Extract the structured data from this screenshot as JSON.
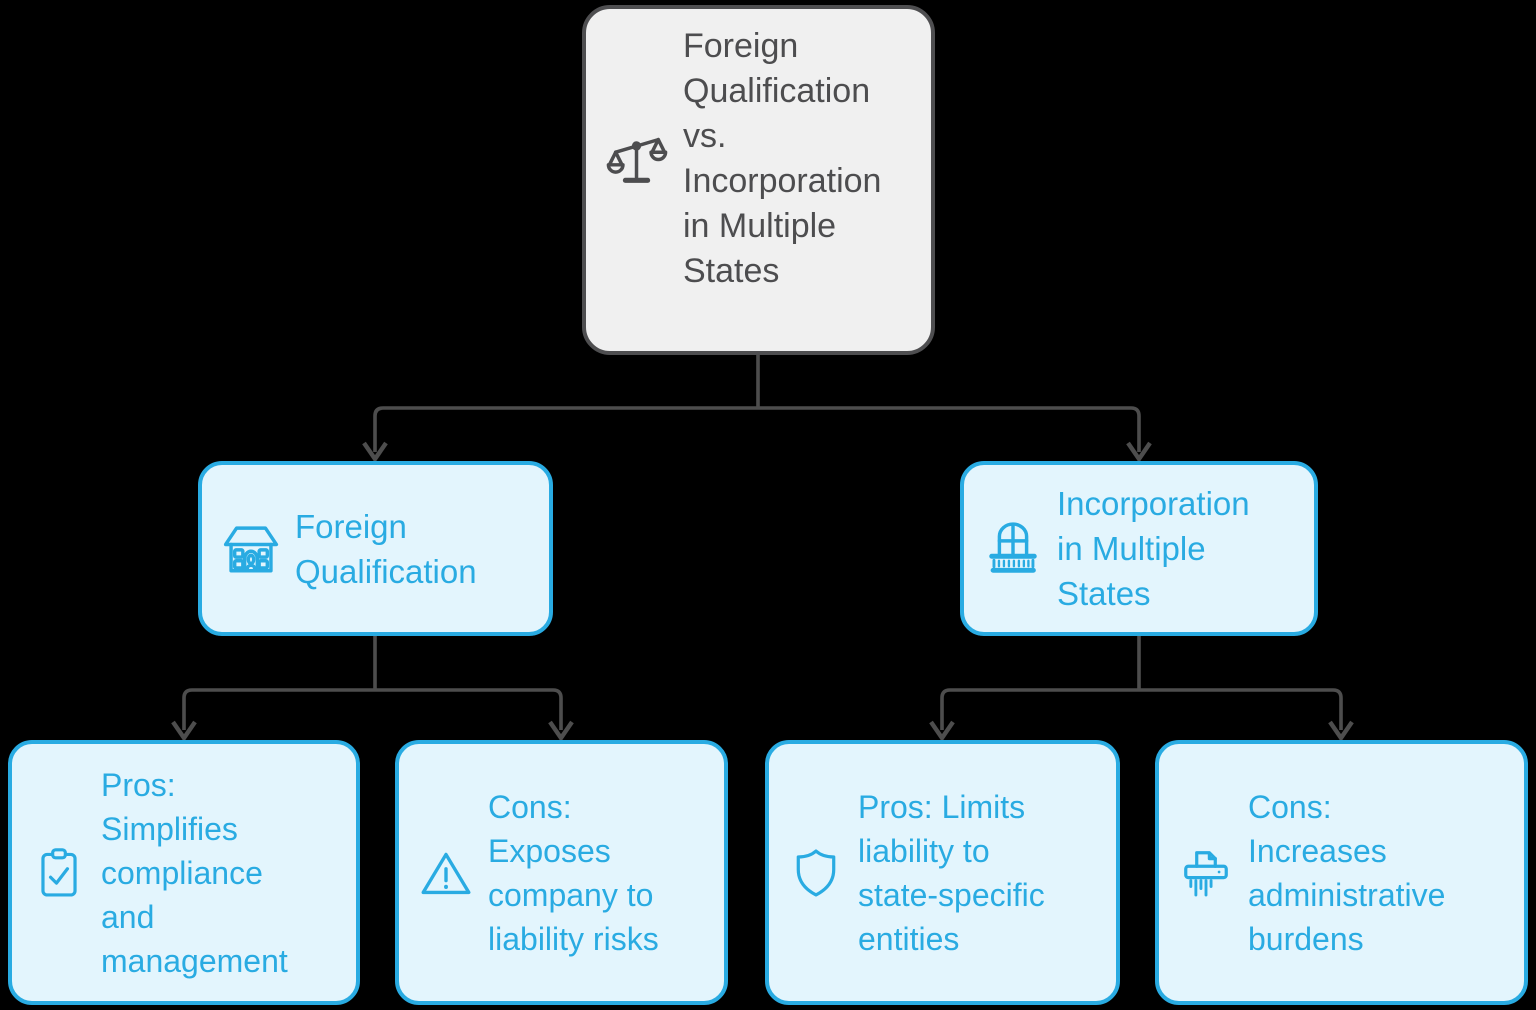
{
  "diagram": {
    "type": "flowchart",
    "direction": "top-down",
    "title": "Foreign Qualification vs. Incorporation in Multiple States"
  },
  "colors": {
    "background": "#000000",
    "root_fill": "#f0f0f0",
    "root_border": "#4e4e50",
    "root_text": "#4d4d4f",
    "blue_accent": "#29abe2",
    "blue_fill": "#e3f5fd",
    "connector": "#4d4d4d"
  },
  "nodes": {
    "root": {
      "label": "Foreign\nQualification\nvs.\nIncorporation\nin Multiple\nStates",
      "icon": "scales-icon"
    },
    "foreign_qualification": {
      "label": "Foreign\nQualification",
      "icon": "school-building-icon"
    },
    "incorporation_in_multiple_states": {
      "label": "Incorporation\nin Multiple\nStates",
      "icon": "capitol-dome-icon"
    },
    "fq_pros": {
      "label": "Pros:\nSimplifies\ncompliance\nand\nmanagement",
      "icon": "clipboard-check-icon"
    },
    "fq_cons": {
      "label": "Cons:\nExposes\ncompany to\nliability risks",
      "icon": "warning-triangle-icon"
    },
    "ims_pros": {
      "label": "Pros: Limits\nliability to\nstate-specific\nentities",
      "icon": "shield-icon"
    },
    "ims_cons": {
      "label": "Cons:\nIncreases\nadministrative\nburdens",
      "icon": "shredder-icon"
    }
  },
  "edges": [
    {
      "from": "root",
      "to": "foreign_qualification"
    },
    {
      "from": "root",
      "to": "incorporation_in_multiple_states"
    },
    {
      "from": "foreign_qualification",
      "to": "fq_pros"
    },
    {
      "from": "foreign_qualification",
      "to": "fq_cons"
    },
    {
      "from": "incorporation_in_multiple_states",
      "to": "ims_pros"
    },
    {
      "from": "incorporation_in_multiple_states",
      "to": "ims_cons"
    }
  ]
}
